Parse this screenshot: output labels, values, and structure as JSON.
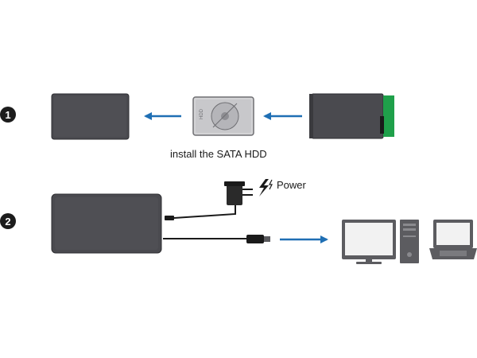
{
  "steps": [
    {
      "number": "1",
      "caption": "install the SATA HDD"
    },
    {
      "number": "2",
      "caption": "Power"
    }
  ],
  "colors": {
    "enclosure": "#4a4a4f",
    "enclosure_edge": "#2f2f33",
    "arrow": "#1f6fb4",
    "green_connector": "#1fa04a",
    "computer": "#5c5c60",
    "screen": "#f2f2f2",
    "badge": "#1c1c1c"
  },
  "icons": [
    "hdd-drive-icon",
    "power-adapter-icon",
    "lightning-icon",
    "usb-plug-icon",
    "desktop-monitor-icon",
    "pc-tower-icon",
    "laptop-icon"
  ]
}
